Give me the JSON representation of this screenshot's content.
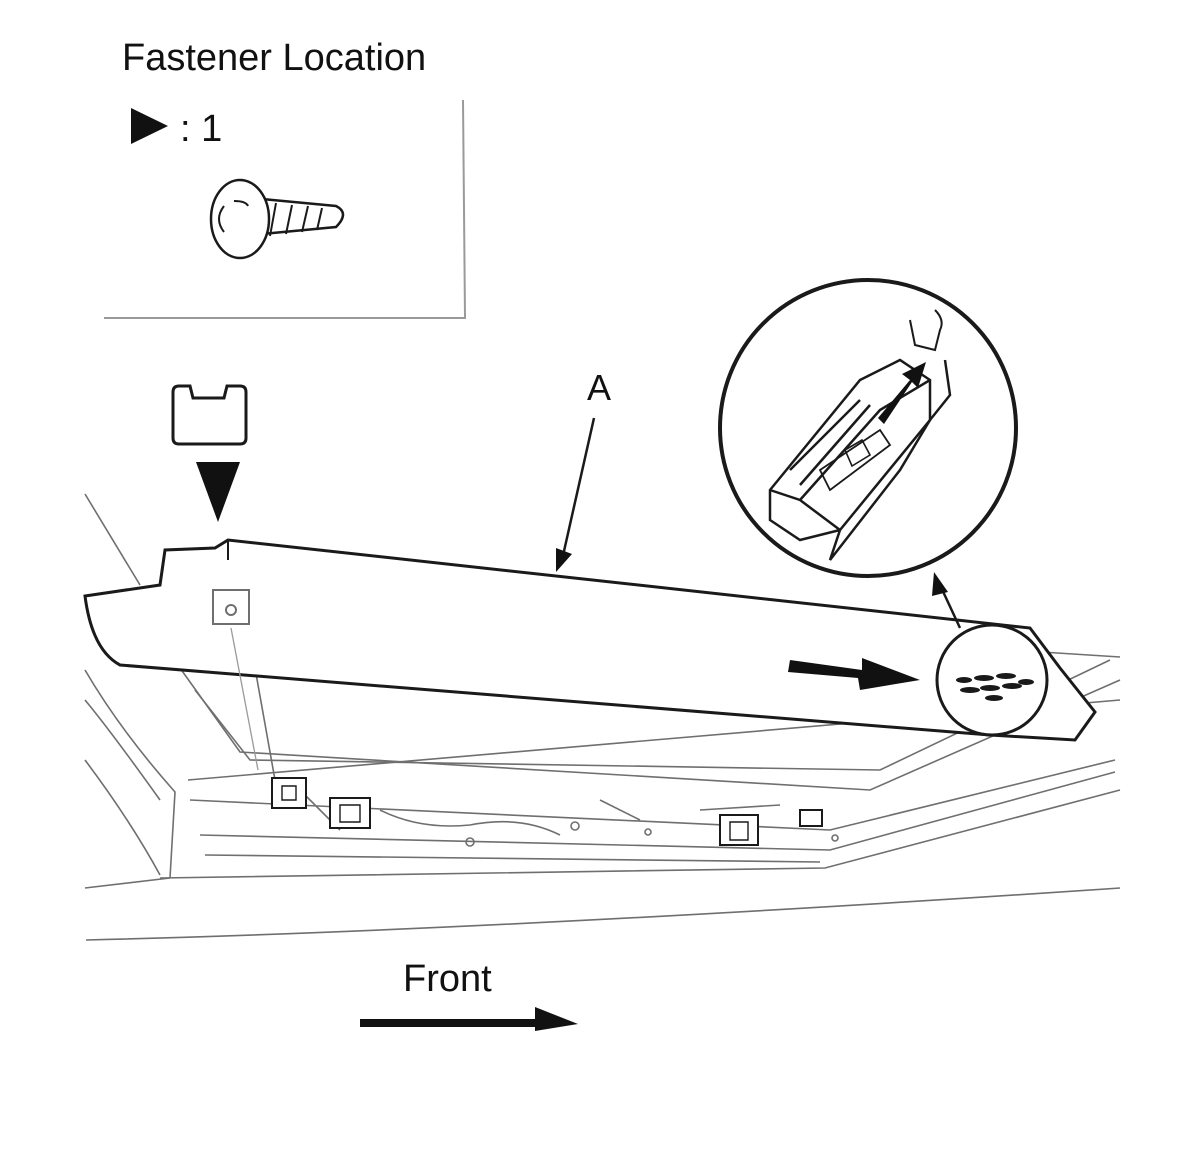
{
  "legend": {
    "title": "Fastener Location",
    "symbol_icon": "black-triangle-marker",
    "count": ": 1",
    "fastener_icon": "screw-icon"
  },
  "callouts": {
    "panel_label": "A"
  },
  "direction": {
    "label": "Front",
    "icon": "arrow-right"
  },
  "colors": {
    "line": "#1a1a1a",
    "thin_line": "#6f6f6f",
    "background": "#ffffff"
  }
}
